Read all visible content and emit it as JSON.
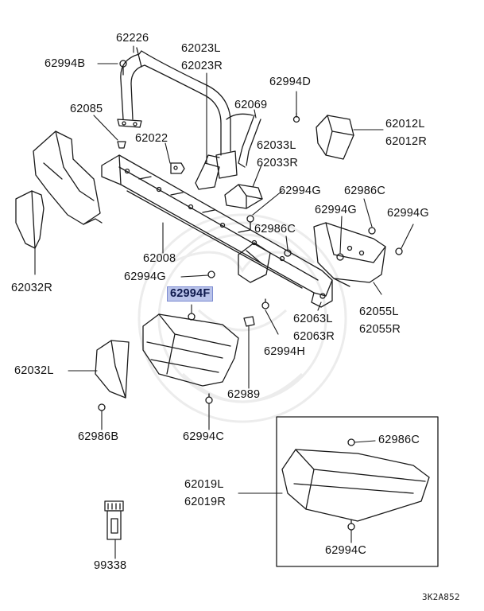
{
  "diagram": {
    "highlighted": "62994F",
    "colors": {
      "highlight": "#b9c3ea",
      "ink": "#111111",
      "watermark": "#ececec"
    },
    "labels": {
      "l62226": "62226",
      "l62994b": "62994B",
      "l62023l": "62023L",
      "l62023r": "62023R",
      "l62994d": "62994D",
      "l62085": "62085",
      "l62069": "62069",
      "l62012l": "62012L",
      "l62012r": "62012R",
      "l62022": "62022",
      "l62033l": "62033L",
      "l62033r": "62033R",
      "l62994g_top": "62994G",
      "l62986c_top": "62986C",
      "l62994g_mid": "62994G",
      "l62994g_right": "62994G",
      "l62986c_mid": "62986C",
      "l62032r": "62032R",
      "l62008": "62008",
      "l62994g_left": "62994G",
      "l62994f": "62994F",
      "l62055l": "62055L",
      "l62055r": "62055R",
      "l62063l": "62063L",
      "l62063r": "62063R",
      "l62994h": "62994H",
      "l62032l": "62032L",
      "l62989": "62989",
      "l62986b": "62986B",
      "l62994c": "62994C",
      "l62986c_inset": "62986C",
      "l62019l": "62019L",
      "l62019r": "62019R",
      "l62994c_inset": "62994C",
      "l99338": "99338",
      "diagram_code": "3K2A852"
    }
  }
}
